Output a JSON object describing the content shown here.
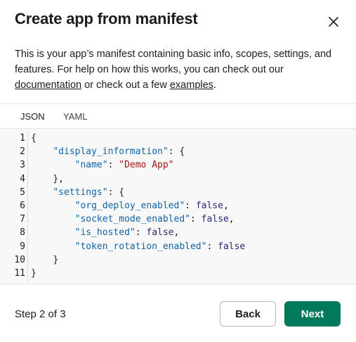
{
  "dialog": {
    "title": "Create app from manifest",
    "description_part1": "This is your app’s manifest containing basic info, scopes, settings, and features. For help on how this works, you can check out our ",
    "documentation_link": "documentation",
    "description_part2": " or check out a few ",
    "examples_link": "examples",
    "description_part3": "."
  },
  "tabs": [
    {
      "label": "JSON",
      "active": true
    },
    {
      "label": "YAML",
      "active": false
    }
  ],
  "editor": {
    "lines": [
      {
        "num": "1",
        "indent": "",
        "key": "",
        "sep": "",
        "value": "",
        "value_type": "",
        "tail": "{"
      },
      {
        "num": "2",
        "indent": "    ",
        "key": "\"display_information\"",
        "sep": ": ",
        "value": "",
        "value_type": "",
        "tail": "{"
      },
      {
        "num": "3",
        "indent": "        ",
        "key": "\"name\"",
        "sep": ": ",
        "value": "\"Demo App\"",
        "value_type": "str",
        "tail": ""
      },
      {
        "num": "4",
        "indent": "    ",
        "key": "",
        "sep": "",
        "value": "",
        "value_type": "",
        "tail": "},"
      },
      {
        "num": "5",
        "indent": "    ",
        "key": "\"settings\"",
        "sep": ": ",
        "value": "",
        "value_type": "",
        "tail": "{"
      },
      {
        "num": "6",
        "indent": "        ",
        "key": "\"org_deploy_enabled\"",
        "sep": ": ",
        "value": "false",
        "value_type": "bool",
        "tail": ","
      },
      {
        "num": "7",
        "indent": "        ",
        "key": "\"socket_mode_enabled\"",
        "sep": ": ",
        "value": "false",
        "value_type": "bool",
        "tail": ","
      },
      {
        "num": "8",
        "indent": "        ",
        "key": "\"is_hosted\"",
        "sep": ": ",
        "value": "false",
        "value_type": "bool",
        "tail": ","
      },
      {
        "num": "9",
        "indent": "        ",
        "key": "\"token_rotation_enabled\"",
        "sep": ": ",
        "value": "false",
        "value_type": "bool",
        "tail": ""
      },
      {
        "num": "10",
        "indent": "    ",
        "key": "",
        "sep": "",
        "value": "",
        "value_type": "",
        "tail": "}"
      },
      {
        "num": "11",
        "indent": "",
        "key": "",
        "sep": "",
        "value": "",
        "value_type": "",
        "tail": "}"
      }
    ]
  },
  "footer": {
    "step_text": "Step 2 of 3",
    "back_label": "Back",
    "next_label": "Next"
  },
  "icons": {
    "close": "close-icon"
  },
  "colors": {
    "primary_button": "#007a5a",
    "tab_underline": "#1264a3",
    "json_key": "#1264a3",
    "json_string": "#a31515"
  }
}
